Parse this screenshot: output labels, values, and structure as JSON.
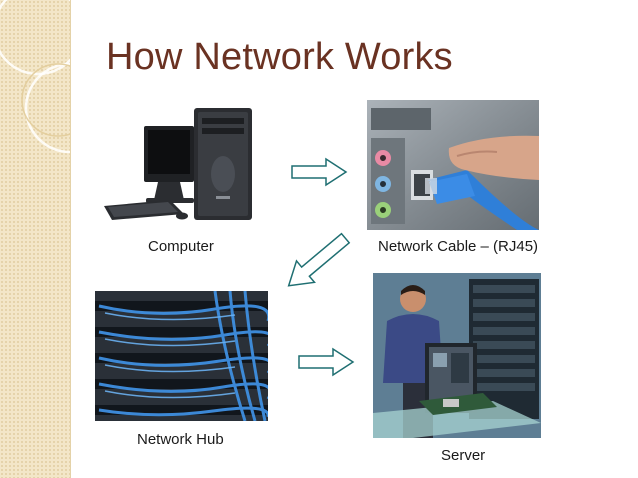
{
  "slide": {
    "title": "How Network Works",
    "items": [
      {
        "caption": "Computer",
        "image": "desktop-computer-photo"
      },
      {
        "caption": "Network Cable – (RJ45)",
        "image": "network-cable-photo"
      },
      {
        "caption": "Network Hub",
        "image": "network-hub-photo"
      },
      {
        "caption": "Server",
        "image": "server-photo"
      }
    ],
    "arrows": [
      "arrow-right-icon",
      "arrow-down-left-icon",
      "arrow-right-icon"
    ]
  },
  "colors": {
    "title": "#6a3222",
    "band": "#f3e6c8",
    "arrow_stroke": "#1f6f72",
    "cable": "#2f7fd8"
  }
}
